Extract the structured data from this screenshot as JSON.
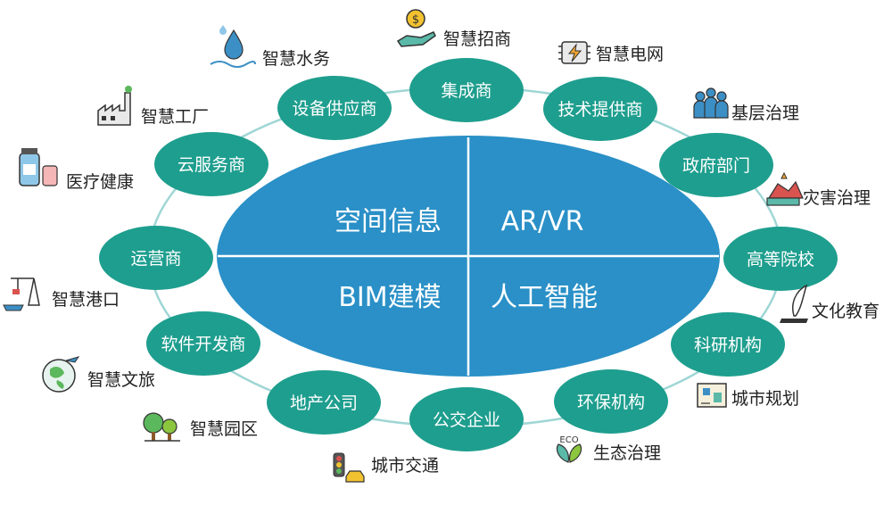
{
  "colors": {
    "ring": "#9fd6d5",
    "node": "#1e9e8e",
    "center": "#2a90c7",
    "center_stroke": "#ffffff",
    "ext_text": "#222222"
  },
  "center": {
    "quadrants": [
      {
        "id": "spatial-info",
        "label": "空间信息"
      },
      {
        "id": "ar-vr",
        "label": "AR/VR"
      },
      {
        "id": "bim",
        "label": "BIM建模"
      },
      {
        "id": "ai",
        "label": "人工智能"
      }
    ]
  },
  "ring_nodes": [
    {
      "id": "system-integrator",
      "label": "集成商"
    },
    {
      "id": "tech-provider",
      "label": "技术提供商"
    },
    {
      "id": "government",
      "label": "政府部门"
    },
    {
      "id": "university",
      "label": "高等院校"
    },
    {
      "id": "research-institute",
      "label": "科研机构"
    },
    {
      "id": "env-protection",
      "label": "环保机构"
    },
    {
      "id": "public-enterprise",
      "label": "公交企业"
    },
    {
      "id": "real-estate",
      "label": "地产公司"
    },
    {
      "id": "software-developer",
      "label": "软件开发商"
    },
    {
      "id": "operator",
      "label": "运营商"
    },
    {
      "id": "cloud-provider",
      "label": "云服务商"
    },
    {
      "id": "equipment-supplier",
      "label": "设备供应商"
    }
  ],
  "applications": [
    {
      "id": "smart-investment",
      "label": "智慧招商",
      "icon": "hand-coin-icon"
    },
    {
      "id": "smart-grid",
      "label": "智慧电网",
      "icon": "chip-bolt-icon"
    },
    {
      "id": "grassroots-governance",
      "label": "基层治理",
      "icon": "people-group-icon"
    },
    {
      "id": "disaster-governance",
      "label": "灾害治理",
      "icon": "disaster-icon"
    },
    {
      "id": "culture-education",
      "label": "文化教育",
      "icon": "quill-book-icon"
    },
    {
      "id": "urban-planning",
      "label": "城市规划",
      "icon": "blueprint-icon"
    },
    {
      "id": "ecological-governance",
      "label": "生态治理",
      "icon": "eco-leaf-icon"
    },
    {
      "id": "urban-transport",
      "label": "城市交通",
      "icon": "traffic-light-car-icon"
    },
    {
      "id": "smart-park",
      "label": "智慧园区",
      "icon": "park-tree-icon"
    },
    {
      "id": "smart-tourism",
      "label": "智慧文旅",
      "icon": "globe-plane-icon"
    },
    {
      "id": "smart-port",
      "label": "智慧港口",
      "icon": "port-crane-icon"
    },
    {
      "id": "healthcare",
      "label": "医疗健康",
      "icon": "medicine-icon"
    },
    {
      "id": "smart-factory",
      "label": "智慧工厂",
      "icon": "factory-icon"
    },
    {
      "id": "smart-water",
      "label": "智慧水务",
      "icon": "water-drop-icon"
    }
  ]
}
